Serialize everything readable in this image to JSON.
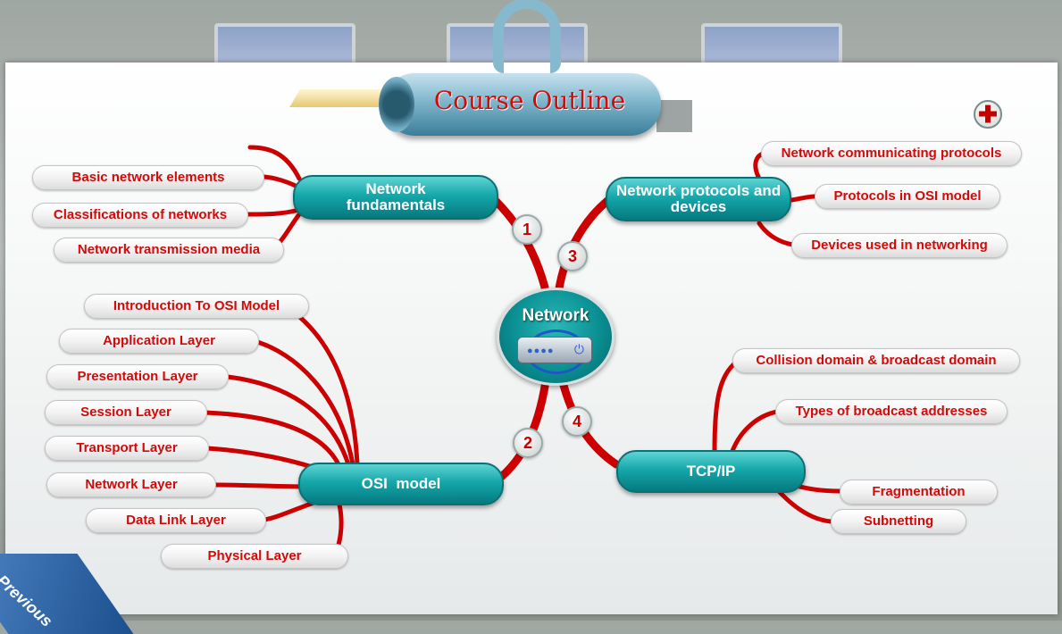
{
  "title": "Course Outline",
  "center": {
    "label": "Network"
  },
  "nodes": {
    "fundamentals": {
      "label": "Network fundamentals",
      "number": "1",
      "items": [
        "Basic network elements",
        "Classifications of networks",
        "Network transmission media"
      ]
    },
    "osi": {
      "label": "OSI  model",
      "number": "2",
      "items": [
        "Introduction To OSI Model",
        "Application Layer",
        "Presentation Layer",
        "Session Layer",
        "Transport Layer",
        "Network Layer",
        "Data Link Layer",
        "Physical Layer"
      ]
    },
    "protocols": {
      "label": "Network protocols and devices",
      "number": "3",
      "items": [
        "Network communicating protocols",
        "Protocols in OSI model",
        "Devices used in networking"
      ]
    },
    "tcpip": {
      "label": "TCP/IP",
      "number": "4",
      "items": [
        "Collision domain & broadcast domain",
        "Types of broadcast addresses",
        "Fragmentation",
        "Subnetting"
      ]
    }
  },
  "controls": {
    "expand_symbol": "✚",
    "previous_label": "Previous"
  },
  "colors": {
    "accent_red": "#d10a0a",
    "hub_teal": "#0a8f93",
    "link_red": "#cc0000"
  }
}
